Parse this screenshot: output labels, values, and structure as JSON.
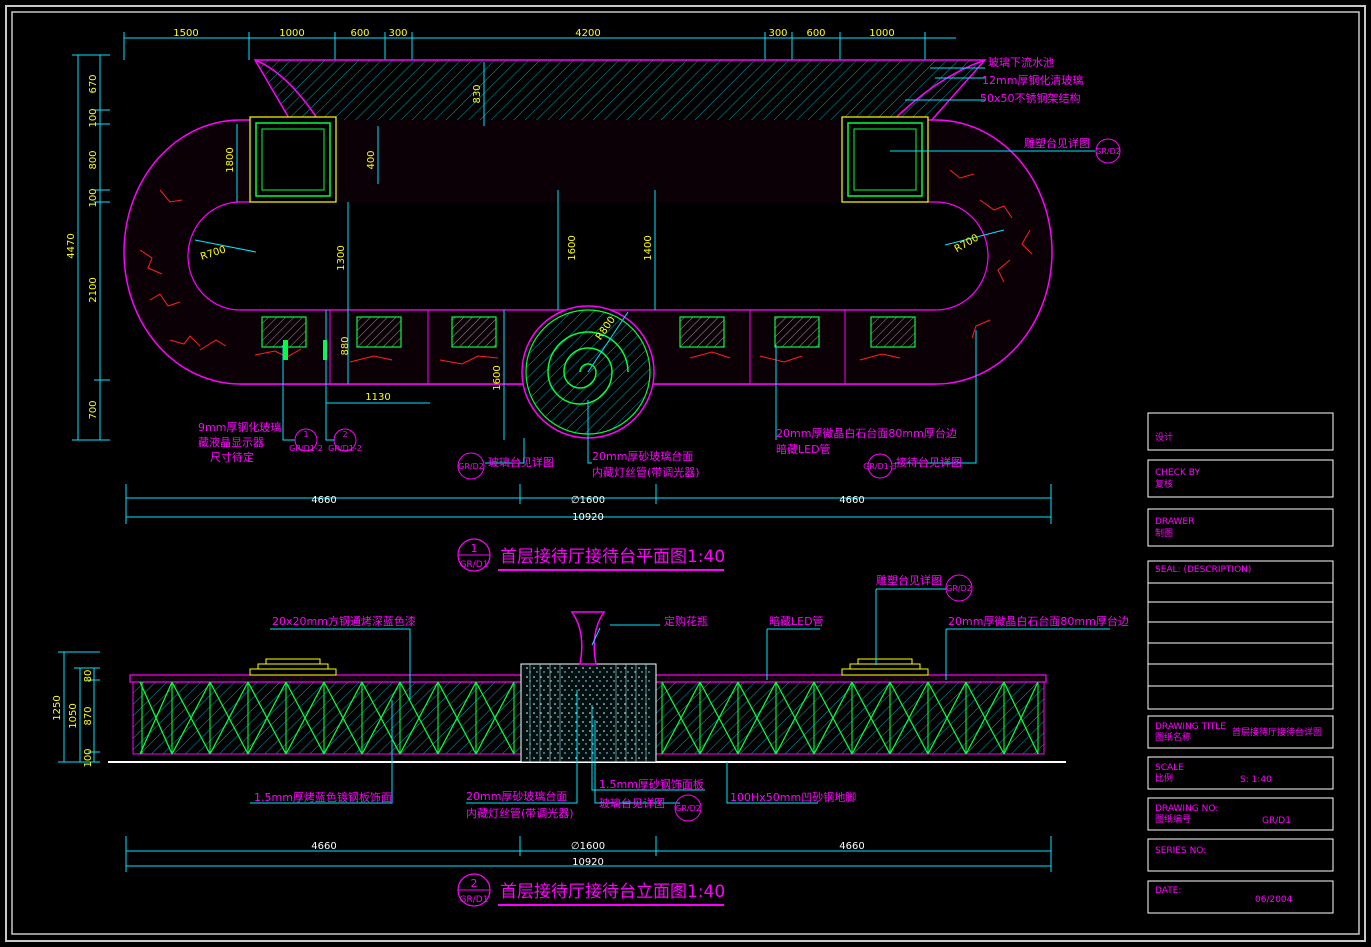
{
  "colors": {
    "background": "#000000",
    "frame": "#c8c8c8",
    "cyan": "#00e5ff",
    "magenta": "#ff00ff",
    "green": "#00ff3c",
    "yellow": "#ffff00",
    "red": "#ff2020",
    "white": "#ffffff"
  },
  "plan": {
    "top_dims": [
      "1500",
      "1000",
      "600",
      "300",
      "4200",
      "300",
      "600",
      "1000"
    ],
    "left_dims": [
      "670",
      "100",
      "800",
      "100",
      "4470",
      "2100",
      "700"
    ],
    "inner_dims": {
      "d830": "830",
      "d400": "400",
      "d1600a": "1600",
      "d1300": "1300",
      "d1800": "1800",
      "d1400": "1400",
      "d880": "880",
      "d1600b": "1600",
      "d1130": "1130",
      "r1": "R700",
      "r2": "R700",
      "r3": "R800"
    },
    "notes": {
      "glass_water": "玻璃下流水池",
      "tempered_glass": "12mm厚钢化清玻璃",
      "steel_frame": "50x50不锈钢架结构",
      "sculpture": "雕塑台见详图",
      "glass9_line1": "9mm厚钢化玻璃",
      "glass9_line2": "藏液晶显示器",
      "glass9_line3": "尺寸待定",
      "glass_table": "玻璃台见详图",
      "sand_glass_line1": "20mm厚砂玻璃台面",
      "sand_glass_line2": "内藏灯丝管(带调光器)",
      "marble_line1": "20mm厚微晶白石台面80mm厚台边",
      "marble_line2": "暗藏LED管",
      "reception": "接待台见详图"
    },
    "tags": {
      "gr_d2": "GR/D2",
      "gr_d1_2a": "GR/D1-2",
      "gr_d1_2b": "GR/D1-2",
      "gr_d1_3": "GR/D1-3",
      "gr_d2_b": "GR/D2",
      "num1": "1",
      "num2": "2"
    },
    "bottom_dims": {
      "left": "4660",
      "mid": "∅1600",
      "right": "4660",
      "total": "10920"
    },
    "title_num": "1",
    "title_ref": "GR/D1",
    "title": "首层接待厅接待台平面图1:40"
  },
  "elevation": {
    "left_dims": [
      "1250",
      "1050",
      "80",
      "870",
      "100"
    ],
    "notes": {
      "square_steel": "20x20mm方钢通烤深蓝色漆",
      "vase": "定购花瓶",
      "led": "暗藏LED管",
      "sculpture": "雕塑台见详图",
      "marble": "20mm厚微晶白石台面80mm厚台边",
      "blue_steel": "1.5mm厚烤蓝色镀钢板饰面",
      "sand_glass_line1": "20mm厚砂玻璃台面",
      "sand_glass_line2": "内藏灯丝管(带调光器)",
      "sand_steel": "1.5mm厚砂钢饰面板",
      "glass_table": "玻璃台见详图",
      "skirting": "100Hx50mm凹砂钢地脚"
    },
    "tags": {
      "gr_d2_a": "GR/D2",
      "gr_d2_b": "GR/D2"
    },
    "bottom_dims": {
      "left": "4660",
      "mid": "∅1600",
      "right": "4660",
      "total": "10920"
    },
    "title_num": "2",
    "title_ref": "GR/D1",
    "title": "首层接待厅接待台立面图1:40"
  },
  "title_block": {
    "design": "设计",
    "check_en": "CHECK BY",
    "check_cn": "复核",
    "drawer_en": "DRAWER",
    "drawer_cn": "制图",
    "seal": "SEAL: (DESCRIPTION)",
    "drawing_title_en": "DRAWING TITLE",
    "drawing_title_cn": "图纸名称",
    "drawing_title_value": "首层接待厅接待台详图",
    "scale_en": "SCALE",
    "scale_cn": "比例",
    "scale_value": "S:   1:40",
    "drawing_no_en": "DRAWING      NO:",
    "drawing_no_cn": "图纸编号",
    "drawing_no_value": "GR/D1",
    "series_no": "SERIES NO:",
    "date_label": "DATE:",
    "date_value": "06/2004"
  }
}
